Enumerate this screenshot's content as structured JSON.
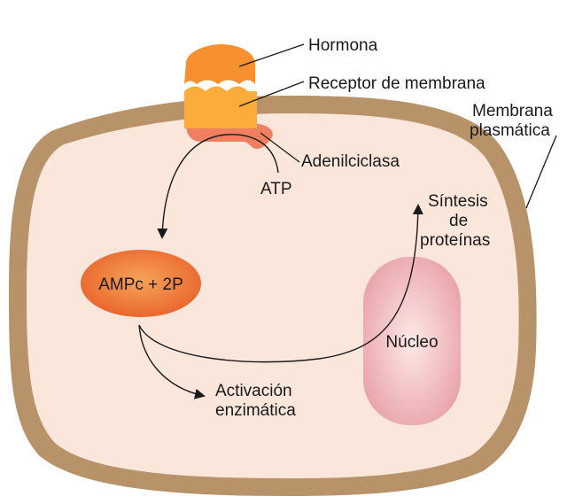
{
  "labels": {
    "hormona": "Hormona",
    "receptor": "Receptor de membrana",
    "membrana_line1": "Membrana",
    "membrana_line2": "plasmática",
    "adenilciclasa": "Adenilciclasa",
    "atp": "ATP",
    "sintesis_line1": "Síntesis",
    "sintesis_line2": "de",
    "sintesis_line3": "proteínas",
    "ampc": "AMPc + 2P",
    "nucleo": "Núcleo",
    "activacion_line1": "Activación",
    "activacion_line2": "enzimática"
  },
  "colors": {
    "membrane": "#b8936a",
    "cytoplasm": "#fbe6dc",
    "hormone": "#f7902e",
    "receptor": "#fbac3a",
    "adenylate_cyclase": "#f08060",
    "ampc_blob": "#ef6f2e",
    "nucleus": "#f0b4b8",
    "arrow": "#1a1a1a"
  }
}
